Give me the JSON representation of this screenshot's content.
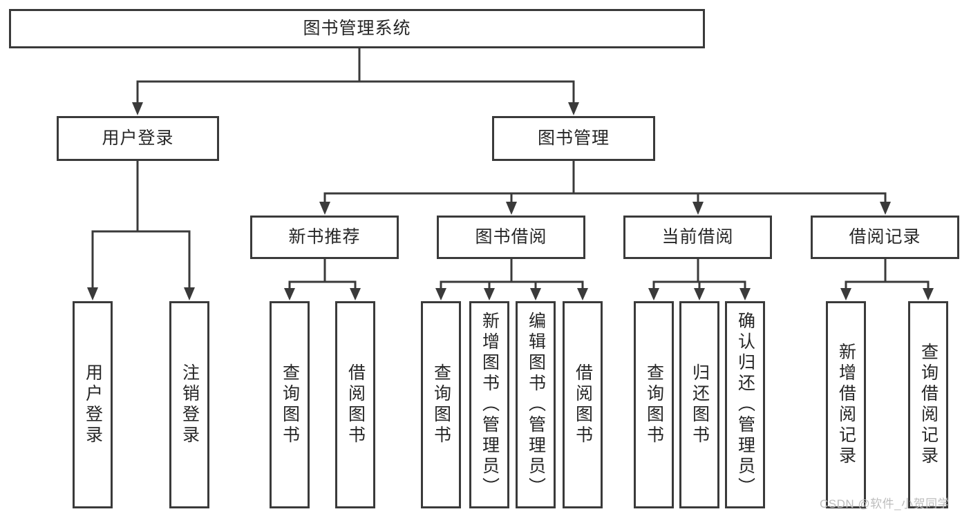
{
  "diagram": {
    "root": {
      "label": "图书管理系统"
    },
    "branches": [
      {
        "label": "用户登录",
        "children": [
          {
            "label": "用户登录"
          },
          {
            "label": "注销登录"
          }
        ]
      },
      {
        "label": "图书管理",
        "children": [
          {
            "label": "新书推荐",
            "children": [
              {
                "label": "查询图书"
              },
              {
                "label": "借阅图书"
              }
            ]
          },
          {
            "label": "图书借阅",
            "children": [
              {
                "label": "查询图书"
              },
              {
                "label": "新增图书（管理员）"
              },
              {
                "label": "编辑图书（管理员）"
              },
              {
                "label": "借阅图书"
              }
            ]
          },
          {
            "label": "当前借阅",
            "children": [
              {
                "label": "查询图书"
              },
              {
                "label": "归还图书"
              },
              {
                "label": "确认归还（管理员）"
              }
            ]
          },
          {
            "label": "借阅记录",
            "children": [
              {
                "label": "新增借阅记录"
              },
              {
                "label": "查询借阅记录"
              }
            ]
          }
        ]
      }
    ]
  },
  "watermark": {
    "text": "CSDN @软件_小贺同学"
  },
  "colors": {
    "line": "#3a3a3a",
    "text": "#262626",
    "watermark": "#bdbdbd",
    "background": "#ffffff"
  }
}
